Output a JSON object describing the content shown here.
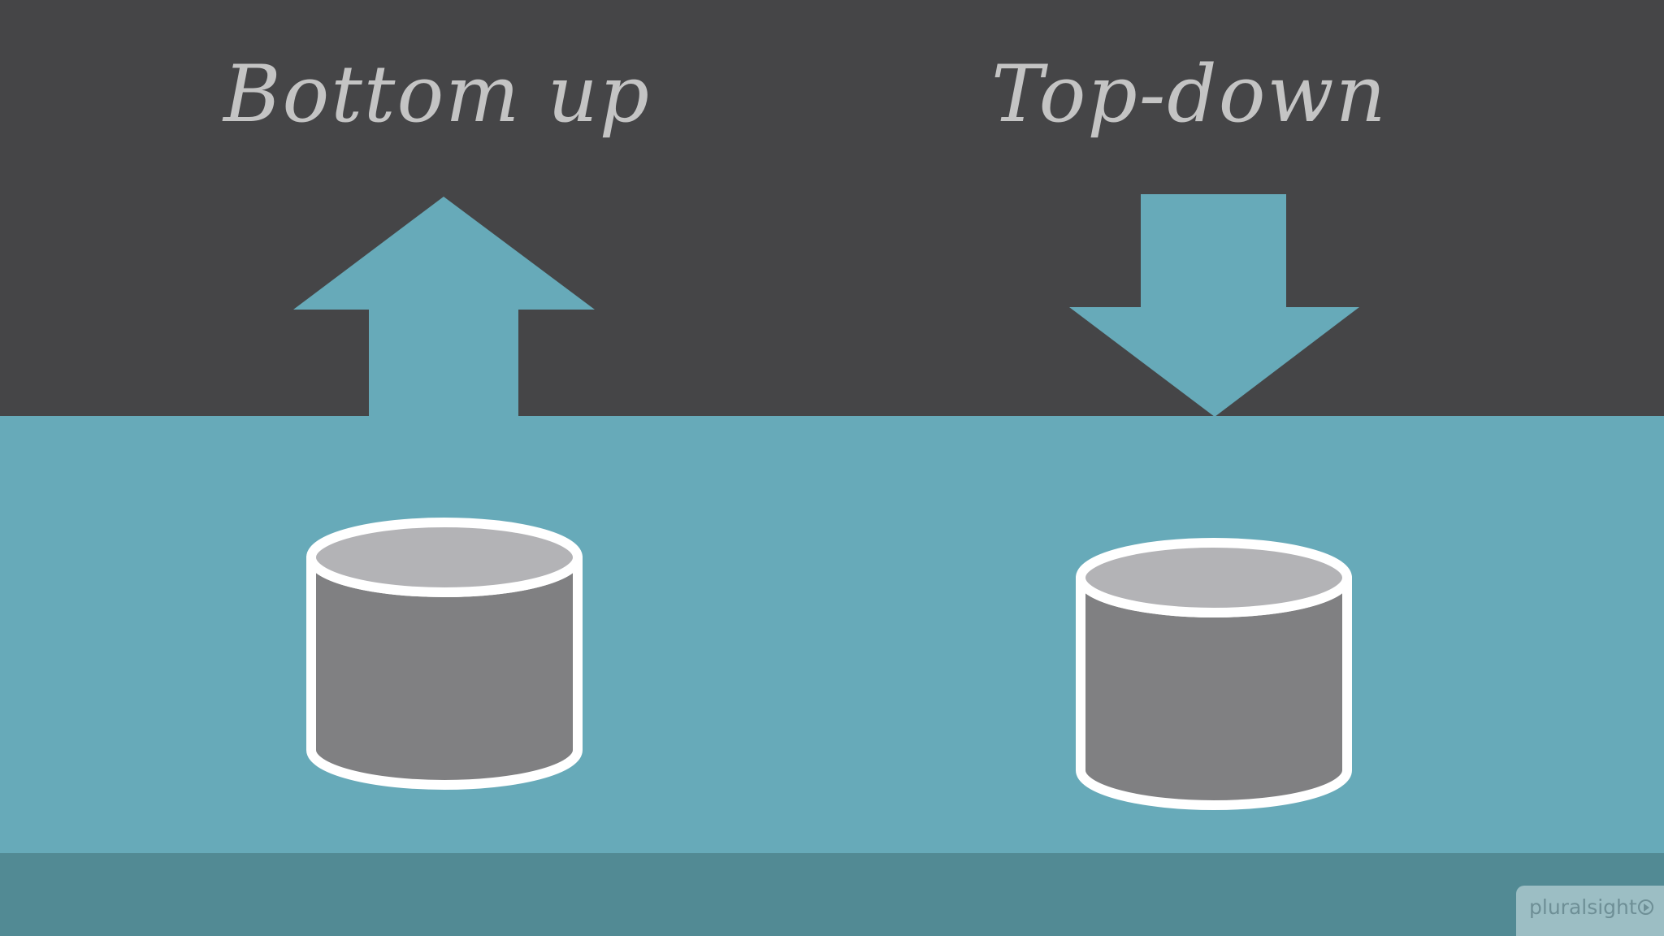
{
  "colors": {
    "background_top": "#454547",
    "teal_band": "#67aab9",
    "bottom_strip": "#528a94",
    "arrow": "#67aab9",
    "cylinder_top": "#b3b3b6",
    "cylinder_body": "#808082",
    "cylinder_outline": "#ffffff",
    "label_text": "#c4c4c4"
  },
  "left_panel": {
    "title": "Bottom up",
    "arrow_direction": "up",
    "icon": "database-cylinder-icon"
  },
  "right_panel": {
    "title": "Top-down",
    "arrow_direction": "down",
    "icon": "database-cylinder-icon"
  },
  "branding": {
    "text": "pluralsight",
    "icon": "play-circle-icon"
  }
}
